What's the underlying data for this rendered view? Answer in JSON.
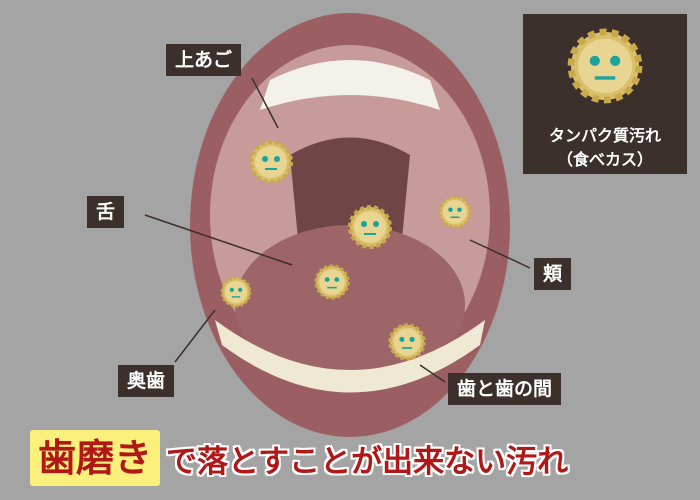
{
  "labels": {
    "upper_palate": "上あご",
    "tongue": "舌",
    "cheek": "頬",
    "molars": "奥歯",
    "between_teeth": "歯と歯の間"
  },
  "legend": {
    "line1": "タンパク質汚れ",
    "line2": "（食べカス）",
    "icon": "plaque-germ-icon"
  },
  "headline": {
    "highlight": "歯磨き",
    "rest": "で落とすことが出来ない汚れ"
  },
  "colors": {
    "background": "#a4a4a4",
    "label_bg": "#3b302b",
    "headline_red": "#b01818",
    "highlight_yellow": "#fbf07c"
  }
}
